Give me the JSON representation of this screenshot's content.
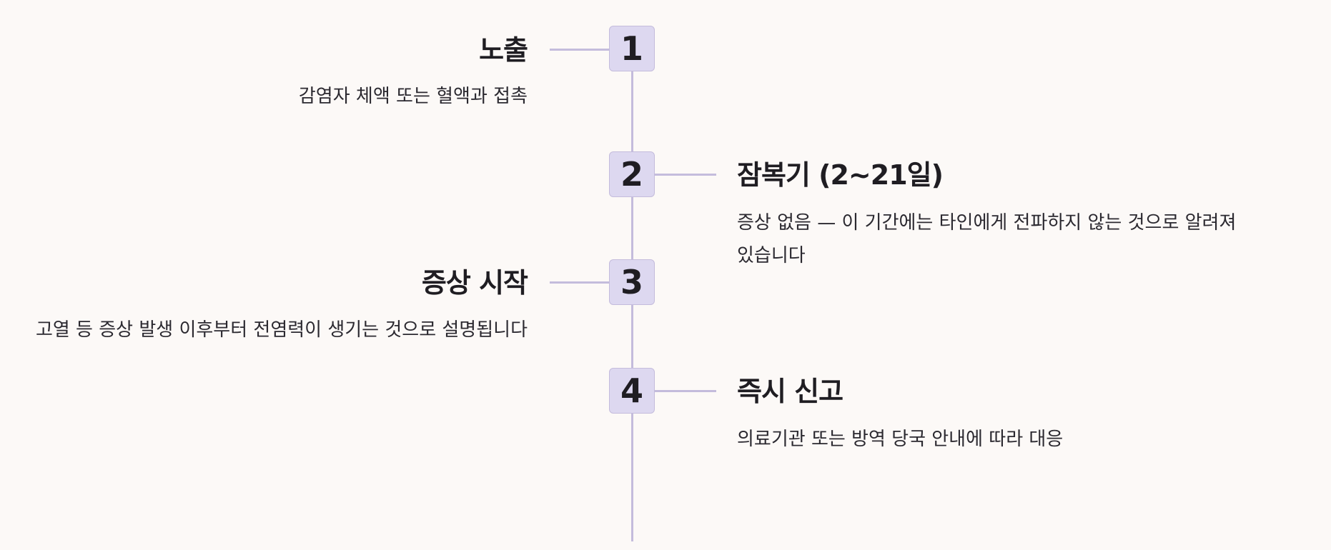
{
  "steps": [
    {
      "number": "1",
      "title": "노출",
      "description": "감염자 체액 또는 혈액과 접촉"
    },
    {
      "number": "2",
      "title": "잠복기 (2~21일)",
      "description": "증상 없음 — 이 기간에는 타인에게 전파하지 않는 것으로 알려져 있습니다"
    },
    {
      "number": "3",
      "title": "증상 시작",
      "description": "고열 등 증상 발생 이후부터 전염력이 생기는 것으로 설명됩니다"
    },
    {
      "number": "4",
      "title": "즉시 신고",
      "description": "의료기관 또는 방역 당국 안내에 따라 대응"
    }
  ],
  "colors": {
    "background": "#fcf9f7",
    "box_fill": "#ddd8f0",
    "line": "#c4bcdc",
    "text": "#1f1d22"
  }
}
